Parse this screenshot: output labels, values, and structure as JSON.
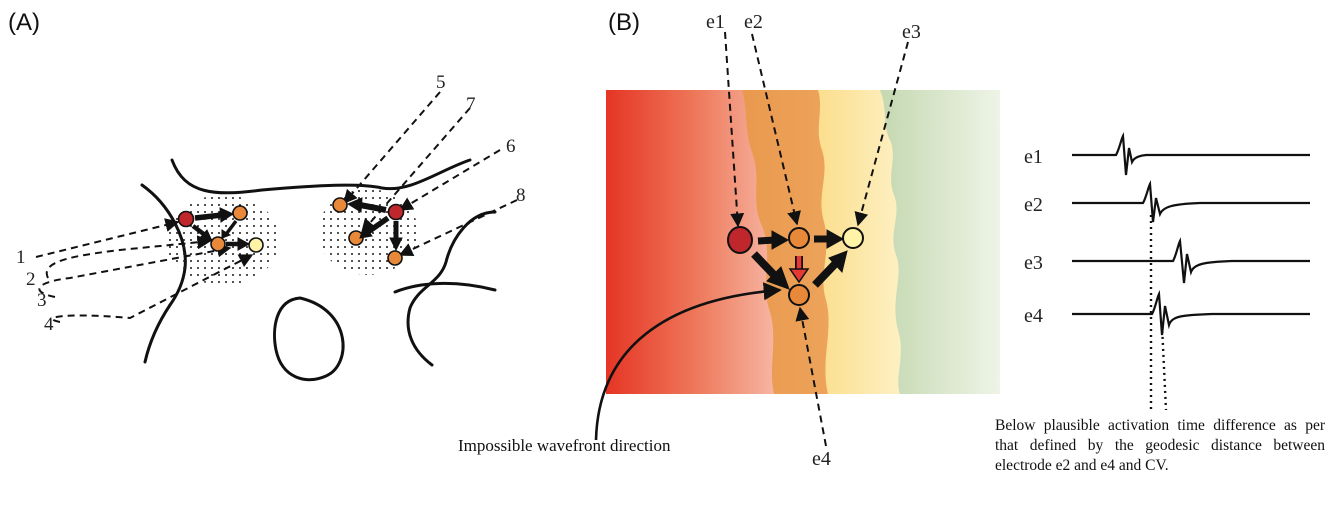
{
  "panel_a": {
    "label": "(A)",
    "pointers": [
      "1",
      "2",
      "3",
      "4",
      "5",
      "6",
      "7",
      "8"
    ]
  },
  "panel_b": {
    "label": "(B)",
    "electrodes": [
      "e1",
      "e2",
      "e3",
      "e4"
    ],
    "trace_labels": [
      "e1",
      "e2",
      "e3",
      "e4"
    ],
    "wavefront_caption": "Impossible wavefront direction",
    "note": "Below plausible activation time difference as per that defined by the geodesic distance between electrode e2 and e4 and CV."
  },
  "colors": {
    "early": "#c0272d",
    "mid": "#e8893a",
    "late": "#f6c23c",
    "latest": "#fff3a8",
    "tissue_green": "#6b9a4d",
    "impossible_arrow": "#e53935"
  }
}
